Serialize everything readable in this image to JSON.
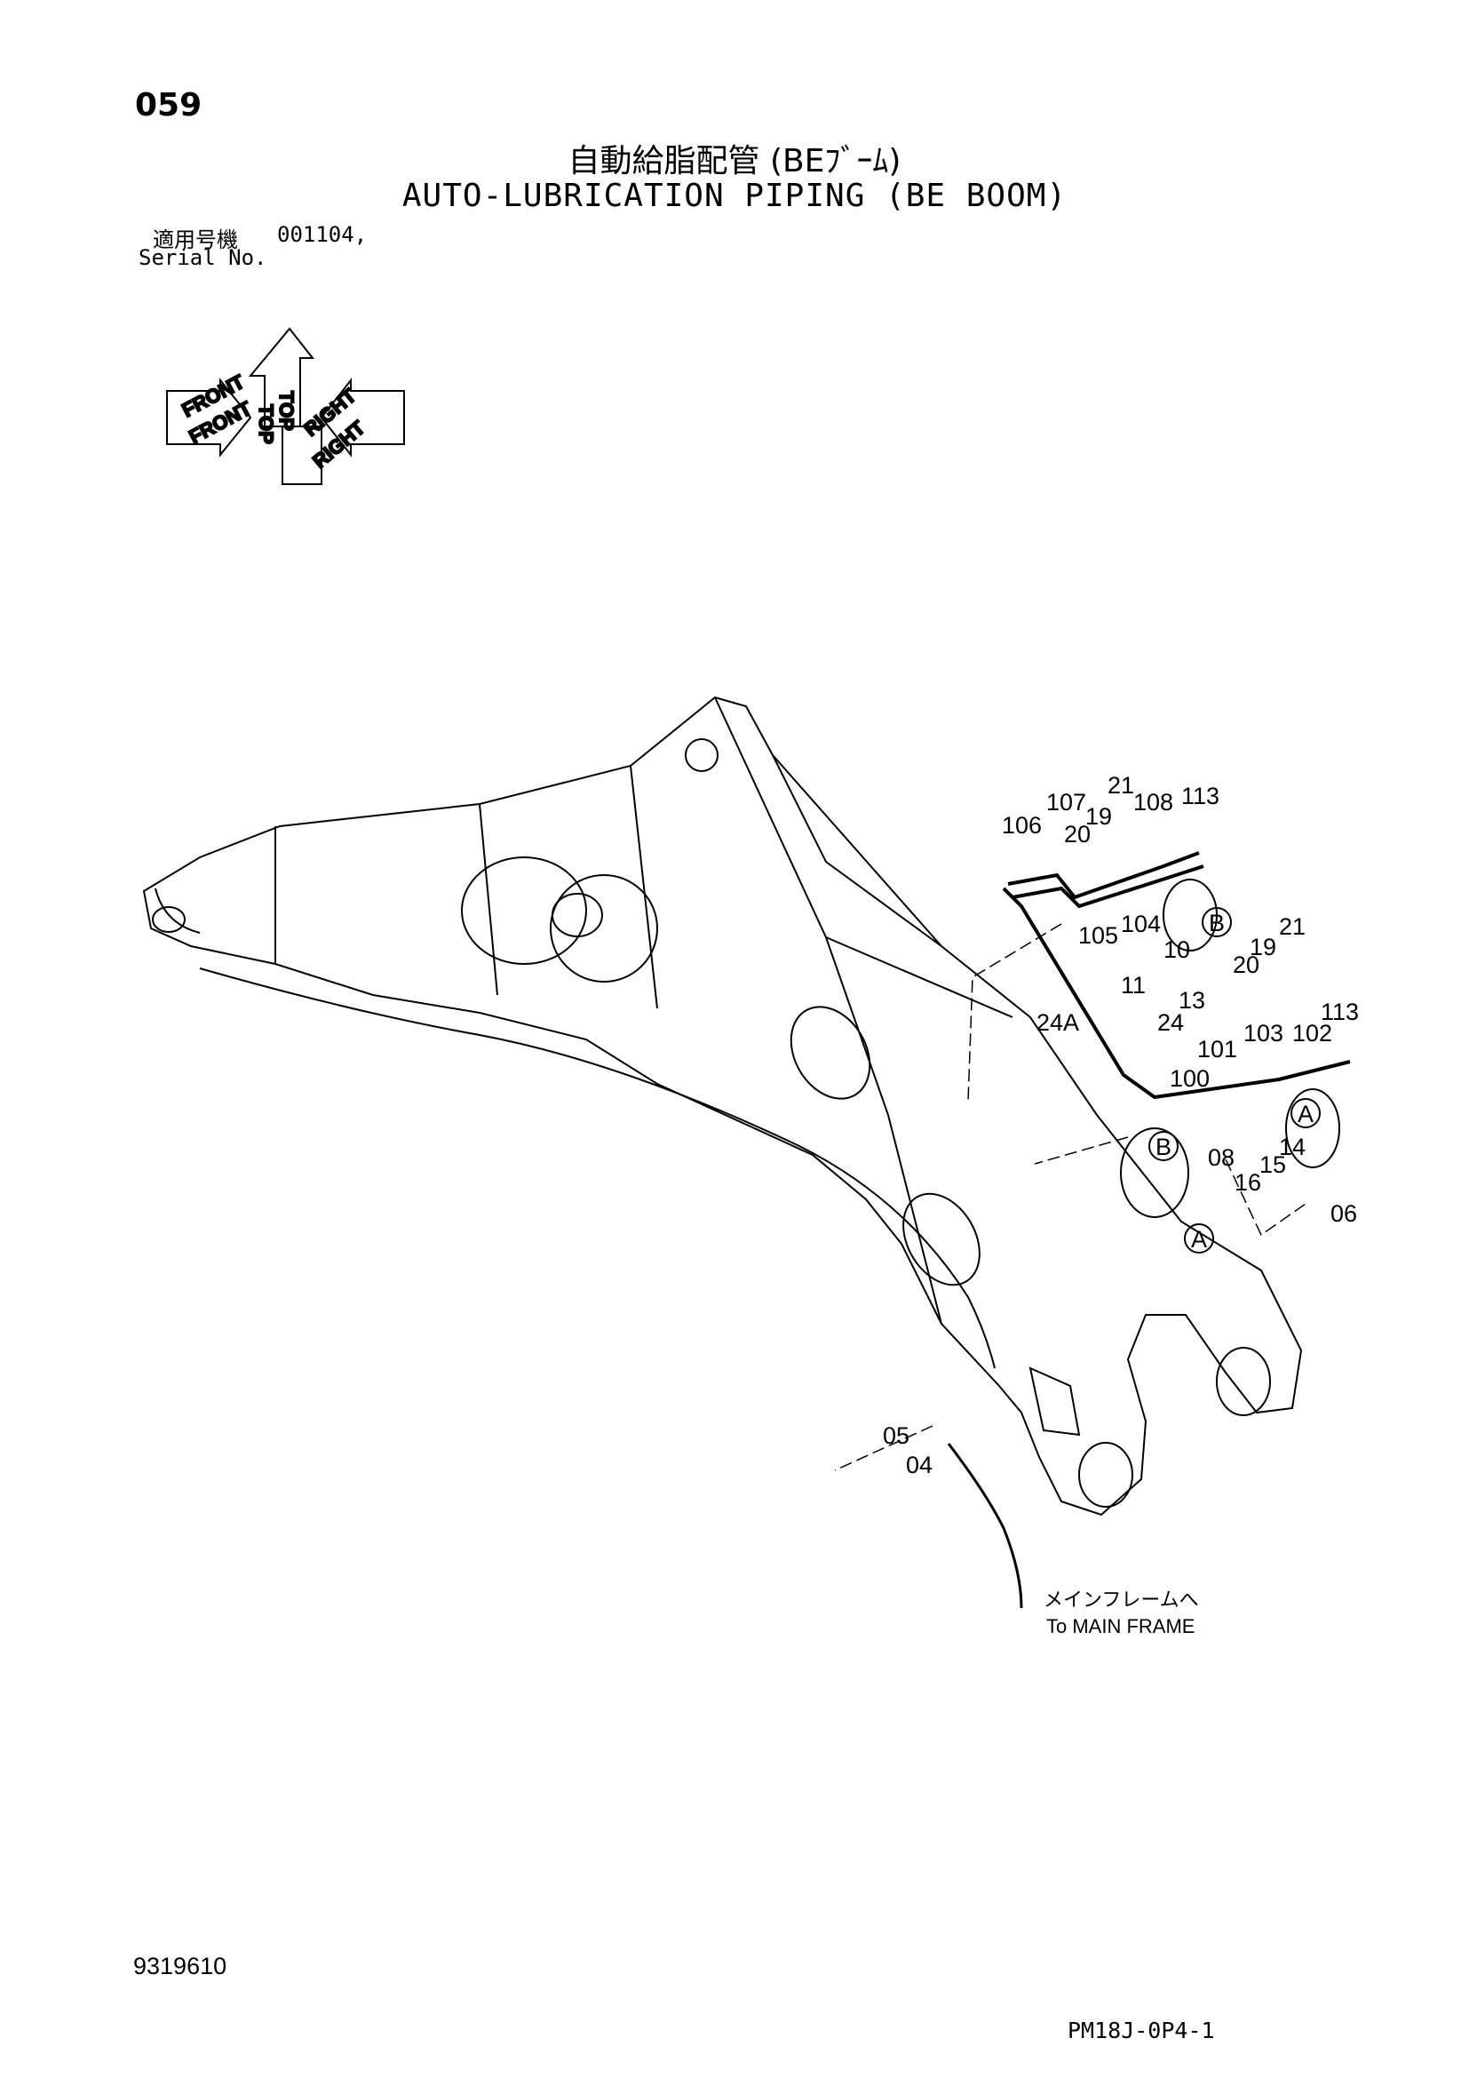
{
  "page": {
    "number": "059",
    "doc_number": "9319610",
    "drawing_code": "PM18J-0P4-1"
  },
  "title": {
    "jp": "自動給脂配管 (BEﾌﾞｰﾑ)",
    "en": "AUTO-LUBRICATION PIPING (BE BOOM)"
  },
  "serial": {
    "jp_label": "適用号機",
    "value": "001104,",
    "en_label": "Serial No."
  },
  "orientation": {
    "top": "TOP",
    "front": "FRONT",
    "right": "RIGHT"
  },
  "callouts": {
    "p04": "04",
    "p05": "05",
    "p06": "06",
    "p08": "08",
    "p10": "10",
    "p11": "11",
    "p13": "13",
    "p14": "14",
    "p15": "15",
    "p16": "16",
    "p19a": "19",
    "p19b": "19",
    "p20a": "20",
    "p20b": "20",
    "p21a": "21",
    "p21b": "21",
    "p24": "24",
    "p24A": "24A",
    "p100": "100",
    "p101": "101",
    "p102": "102",
    "p103": "103",
    "p104": "104",
    "p105": "105",
    "p106": "106",
    "p107": "107",
    "p108": "108",
    "p113a": "113",
    "p113b": "113"
  },
  "detail_markers": {
    "a1": "A",
    "a2": "A",
    "b1": "B",
    "b2": "B"
  },
  "destination": {
    "jp": "メインフレームへ",
    "en": "To MAIN FRAME"
  }
}
